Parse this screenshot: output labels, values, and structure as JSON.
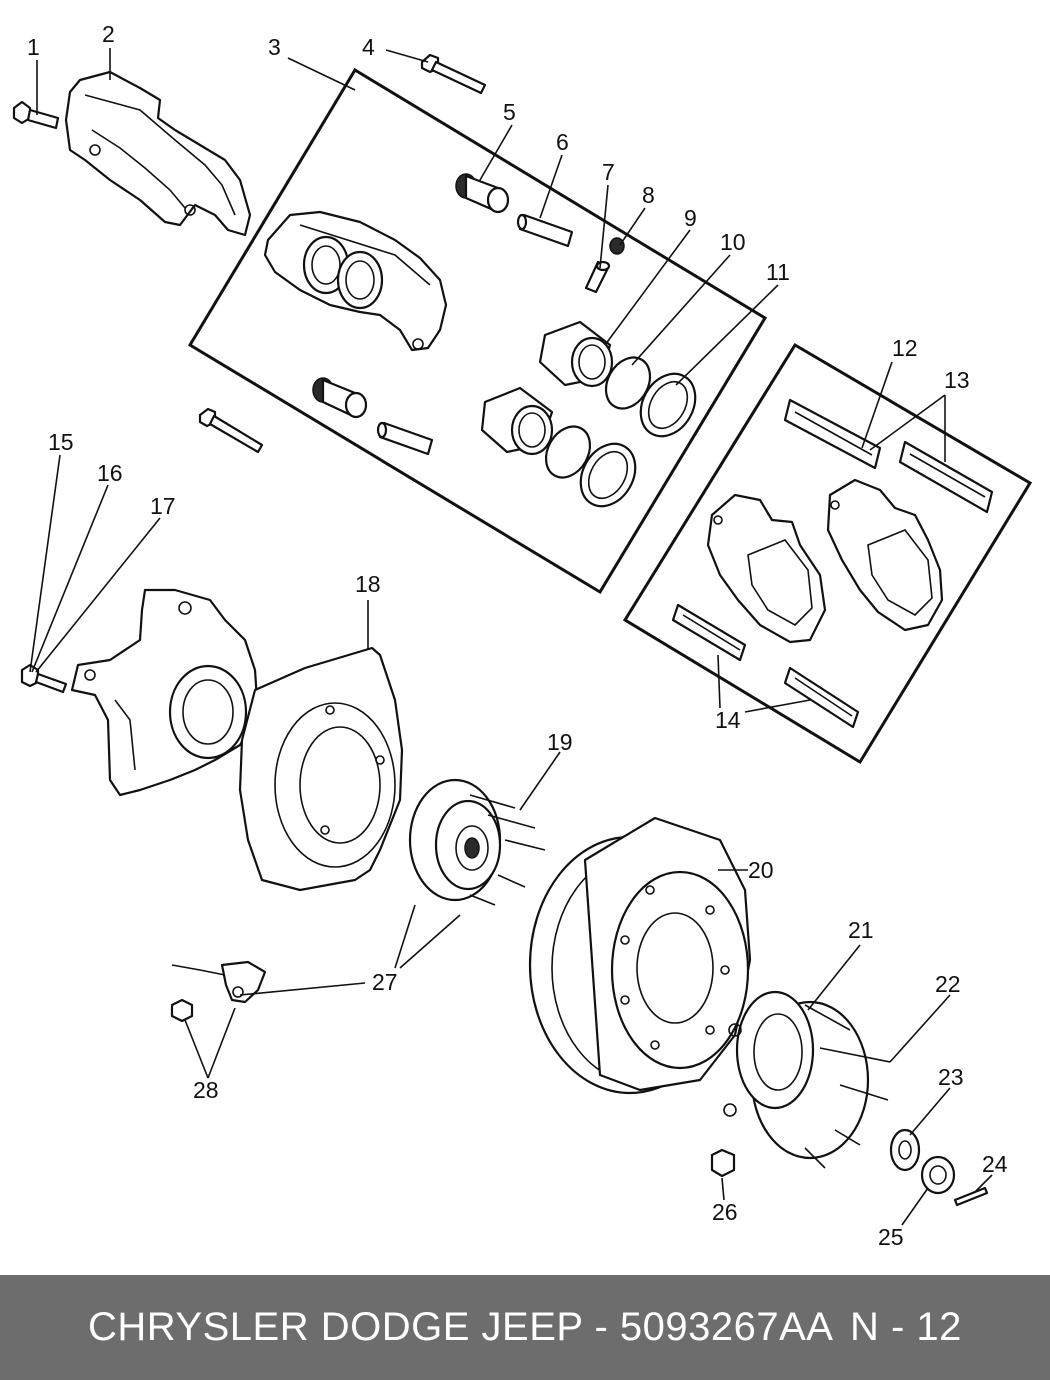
{
  "diagram": {
    "callouts": [
      "1",
      "2",
      "3",
      "4",
      "5",
      "6",
      "7",
      "8",
      "9",
      "10",
      "11",
      "12",
      "13",
      "14",
      "15",
      "16",
      "17",
      "18",
      "19",
      "20",
      "21",
      "22",
      "23",
      "24",
      "25",
      "26",
      "27",
      "28"
    ]
  },
  "footer": {
    "title": "CHRYSLER DODGE JEEP - 5093267AA",
    "page": "N - 12",
    "background": "#6d6d6d",
    "text_color": "#ffffff"
  }
}
